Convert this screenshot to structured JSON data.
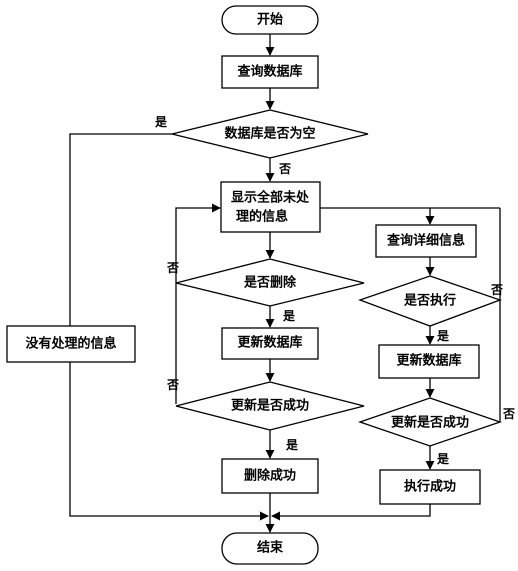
{
  "nodes": {
    "start": "开始",
    "query_db": "查询数据库",
    "db_empty": "数据库是否为空",
    "no_info": "没有处理的信息",
    "show_line1": "显示全部未处",
    "show_line2": "理的信息",
    "is_delete": "是否删除",
    "update_db_left": "更新数据库",
    "update_ok_left": "更新是否成功",
    "delete_ok": "删除成功",
    "query_detail": "查询详细信息",
    "is_execute": "是否执行",
    "update_db_right": "更新数据库",
    "update_ok_right": "更新是否成功",
    "execute_ok": "执行成功",
    "end": "结束"
  },
  "edge_labels": {
    "yes": "是",
    "no": "否"
  }
}
